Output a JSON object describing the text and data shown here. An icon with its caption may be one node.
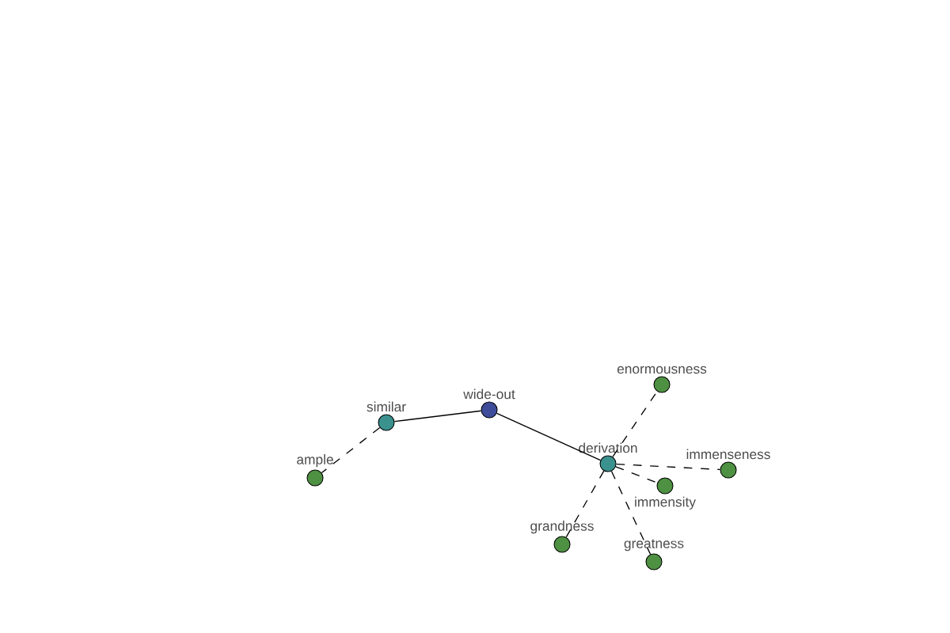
{
  "diagram": {
    "nodes": [
      {
        "text": [
          "wide-out"
        ]
      },
      {
        "text": [
          "similar"
        ]
      },
      {
        "text": [
          "ample"
        ]
      },
      {
        "text": [
          "derivation"
        ]
      },
      {
        "text": [
          "enormousness"
        ]
      },
      {
        "text": [
          "immensity"
        ]
      },
      {
        "text": [
          "immenseness"
        ]
      },
      {
        "text": [
          "grandness"
        ]
      },
      {
        "text": [
          "greatness"
        ]
      }
    ],
    "edges": [
      {
        "from": 0,
        "to": 1,
        "arrow": "none"
      },
      {
        "from": 0,
        "to": 3,
        "arrow": "none"
      },
      {
        "from": 1,
        "to": 2,
        "arrow": "none",
        "style": "dashed"
      },
      {
        "from": 3,
        "to": 4,
        "arrow": "none",
        "style": "dashed"
      },
      {
        "from": 3,
        "to": 5,
        "arrow": "none",
        "style": "dashed"
      },
      {
        "from": 3,
        "to": 6,
        "arrow": "none",
        "style": "dashed"
      },
      {
        "from": 3,
        "to": 7,
        "arrow": "none",
        "style": "dashed"
      },
      {
        "from": 3,
        "to": 8,
        "arrow": "none",
        "style": "dashed"
      }
    ]
  }
}
